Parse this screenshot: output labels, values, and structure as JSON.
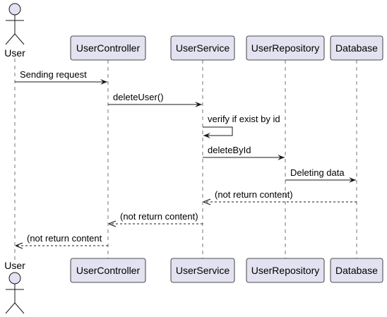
{
  "colors": {
    "participant_fill": "#E2E2F0",
    "participant_stroke": "#181818",
    "lifeline": "#181818",
    "actor_fill": "#E2E2F0"
  },
  "participants": [
    {
      "id": "user",
      "label": "User",
      "kind": "actor"
    },
    {
      "id": "controller",
      "label": "UserController",
      "kind": "box"
    },
    {
      "id": "service",
      "label": "UserService",
      "kind": "box"
    },
    {
      "id": "repository",
      "label": "UserRepository",
      "kind": "box"
    },
    {
      "id": "database",
      "label": "Database",
      "kind": "box"
    }
  ],
  "messages": [
    {
      "from": "user",
      "to": "controller",
      "label": "Sending request",
      "style": "solid"
    },
    {
      "from": "controller",
      "to": "service",
      "label": "deleteUser()",
      "style": "solid"
    },
    {
      "from": "service",
      "to": "service",
      "label": "verify if exist by id",
      "style": "self"
    },
    {
      "from": "service",
      "to": "repository",
      "label": "deleteById",
      "style": "solid"
    },
    {
      "from": "repository",
      "to": "database",
      "label": "Deleting data",
      "style": "solid"
    },
    {
      "from": "database",
      "to": "service",
      "label": "(not return content)",
      "style": "dashed"
    },
    {
      "from": "service",
      "to": "controller",
      "label": "(not return content)",
      "style": "dashed"
    },
    {
      "from": "controller",
      "to": "user",
      "label": "(not return content",
      "style": "dashed"
    }
  ]
}
